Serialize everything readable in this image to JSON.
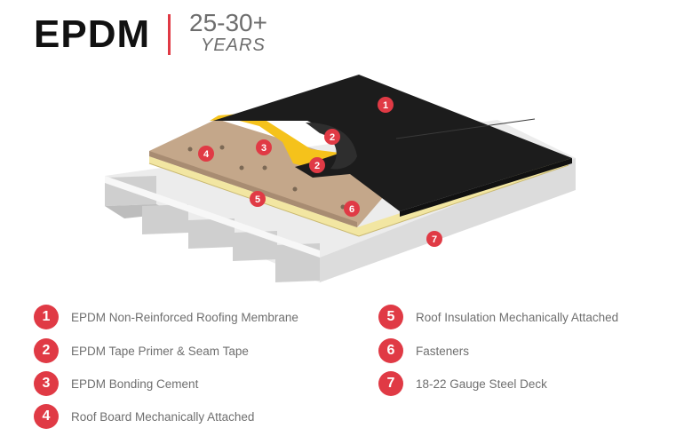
{
  "header": {
    "title": "EPDM",
    "years": "25-30+",
    "years_label": "YEARS"
  },
  "colors": {
    "accent": "#e03a45",
    "membrane": "#1c1c1c",
    "board": "#c4a78a",
    "insulation": "#f2e6a2",
    "cement": "#f5c21b",
    "deck": "#d9d9d9"
  },
  "callouts": [
    "1",
    "2",
    "2",
    "3",
    "4",
    "5",
    "6",
    "7"
  ],
  "legend": [
    {
      "num": "1",
      "text": "EPDM Non-Reinforced Roofing Membrane"
    },
    {
      "num": "2",
      "text": "EPDM Tape Primer & Seam Tape"
    },
    {
      "num": "3",
      "text": "EPDM Bonding Cement"
    },
    {
      "num": "4",
      "text": "Roof Board Mechanically Attached"
    },
    {
      "num": "5",
      "text": "Roof Insulation Mechanically Attached"
    },
    {
      "num": "6",
      "text": "Fasteners"
    },
    {
      "num": "7",
      "text": "18-22 Gauge Steel Deck"
    }
  ]
}
